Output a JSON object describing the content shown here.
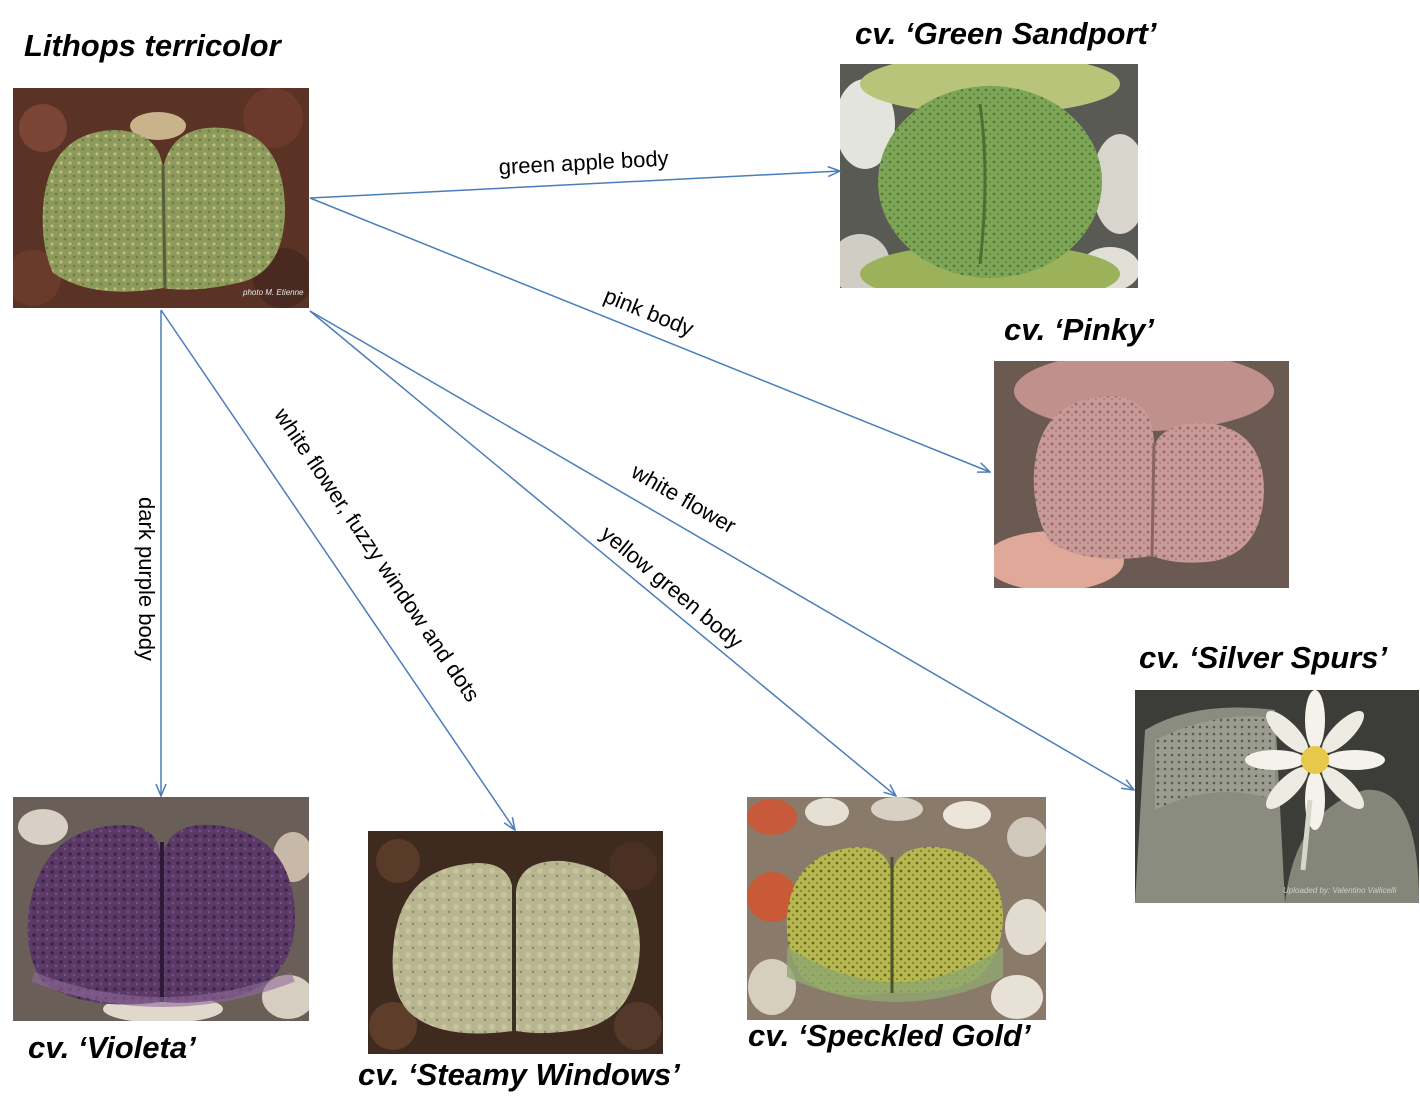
{
  "root": {
    "title": "Lithops terricolor",
    "photo_credit": "photo M. Etienne",
    "photo_subject": "lithops-terricolor-plant"
  },
  "cultivars": [
    {
      "id": "green-sandport",
      "title": "cv. ‘Green Sandport’",
      "body_color": "#7fa556",
      "photo_subject": "green-sandport-plant"
    },
    {
      "id": "pinky",
      "title": "cv. ‘Pinky’",
      "body_color": "#c89a98",
      "photo_subject": "pinky-plant"
    },
    {
      "id": "silver-spurs",
      "title": "cv. ‘Silver Spurs’",
      "body_color": "#9a9c90",
      "photo_subject": "silver-spurs-plant",
      "photo_credit": "Uploaded by: Valentino Vallicelli"
    },
    {
      "id": "violeta",
      "title": "cv. ‘Violeta’",
      "body_color": "#5c3a68",
      "photo_subject": "violeta-plant"
    },
    {
      "id": "steamy-windows",
      "title": "cv. ‘Steamy Windows’",
      "body_color": "#b8b690",
      "photo_subject": "steamy-windows-plant"
    },
    {
      "id": "speckled-gold",
      "title": "cv. ‘Speckled Gold’",
      "body_color": "#9fae55",
      "photo_subject": "speckled-gold-plant"
    }
  ],
  "edges": [
    {
      "to": "green-sandport",
      "label": "green apple body"
    },
    {
      "to": "pinky",
      "label": "pink body"
    },
    {
      "to": "silver-spurs",
      "label": "white flower"
    },
    {
      "to": "speckled-gold",
      "label": "yellow green body"
    },
    {
      "to": "steamy-windows",
      "label": "white flower, fuzzy window and dots"
    },
    {
      "to": "violeta",
      "label": "dark purple body"
    }
  ],
  "colors": {
    "arrow": "#4a7ebb",
    "title": "#000000"
  }
}
